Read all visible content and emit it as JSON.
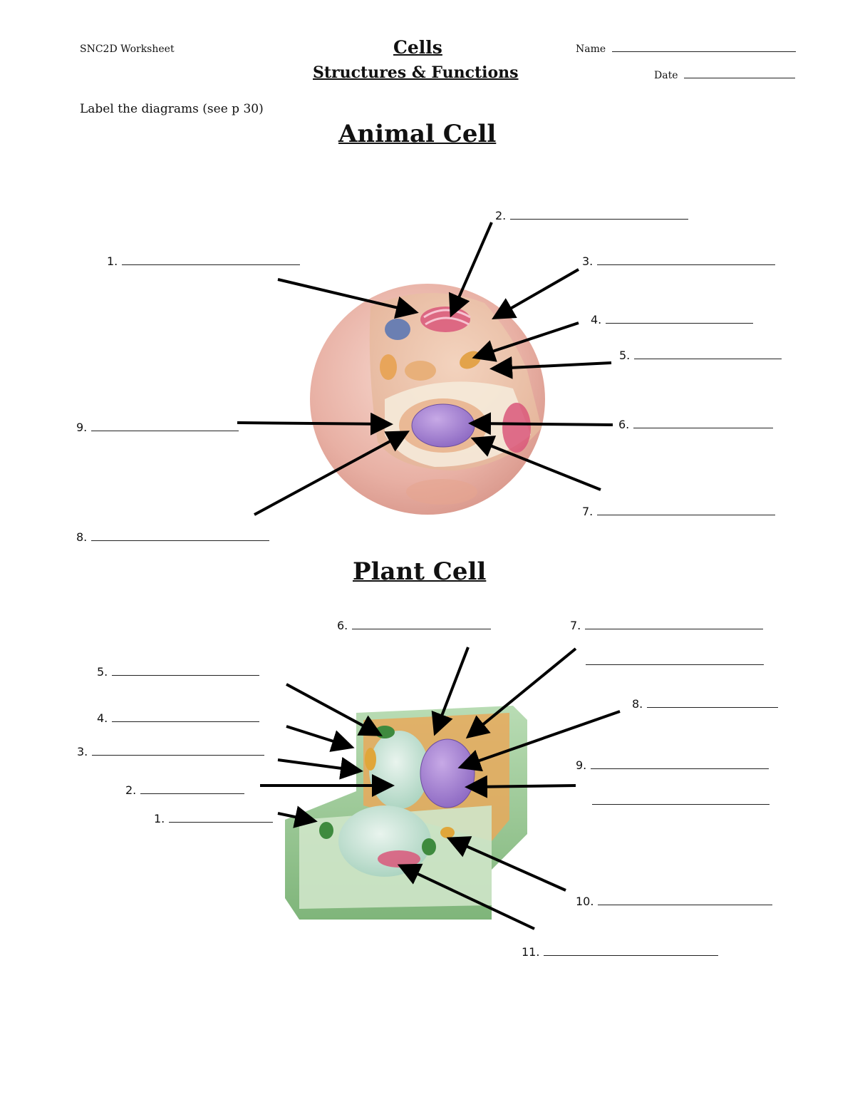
{
  "header": {
    "course": "SNC2D Worksheet",
    "title": "Cells",
    "subtitle": "Structures & Functions",
    "name_label": "Name",
    "date_label": "Date"
  },
  "instructions": "Label the diagrams (see p 30)",
  "animal": {
    "heading": "Animal Cell",
    "labels": [
      "1.",
      "2.",
      "3.",
      "4.",
      "5.",
      "6.",
      "7.",
      "8.",
      "9."
    ]
  },
  "plant": {
    "heading": "Plant Cell",
    "labels": [
      "1.",
      "2.",
      "3.",
      "4.",
      "5.",
      "6.",
      "7.",
      "8.",
      "9.",
      "10.",
      "11."
    ]
  }
}
